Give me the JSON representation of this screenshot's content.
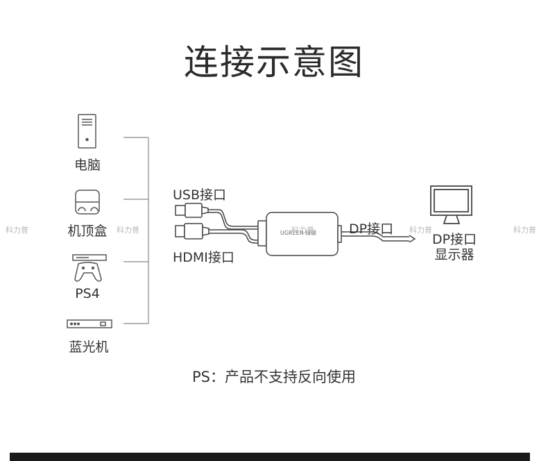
{
  "title": "连接示意图",
  "devices": [
    {
      "label": "电脑",
      "icon": "desktop-pc-icon"
    },
    {
      "label": "机顶盒",
      "icon": "set-top-box-icon"
    },
    {
      "label": "PS4",
      "icon": "game-console-icon"
    },
    {
      "label": "蓝光机",
      "icon": "blu-ray-player-icon"
    }
  ],
  "ports": {
    "usb": "USB接口",
    "hdmi": "HDMI接口",
    "dp": "DP接口"
  },
  "display": {
    "line1": "DP接口",
    "line2": "显示器",
    "icon": "monitor-icon"
  },
  "adapter_brand": "UGREEN 绿联",
  "watermark": "科力普",
  "note": "PS：产品不支持反向使用",
  "colors": {
    "line": "#555555",
    "bar": "#1a1a1a"
  }
}
